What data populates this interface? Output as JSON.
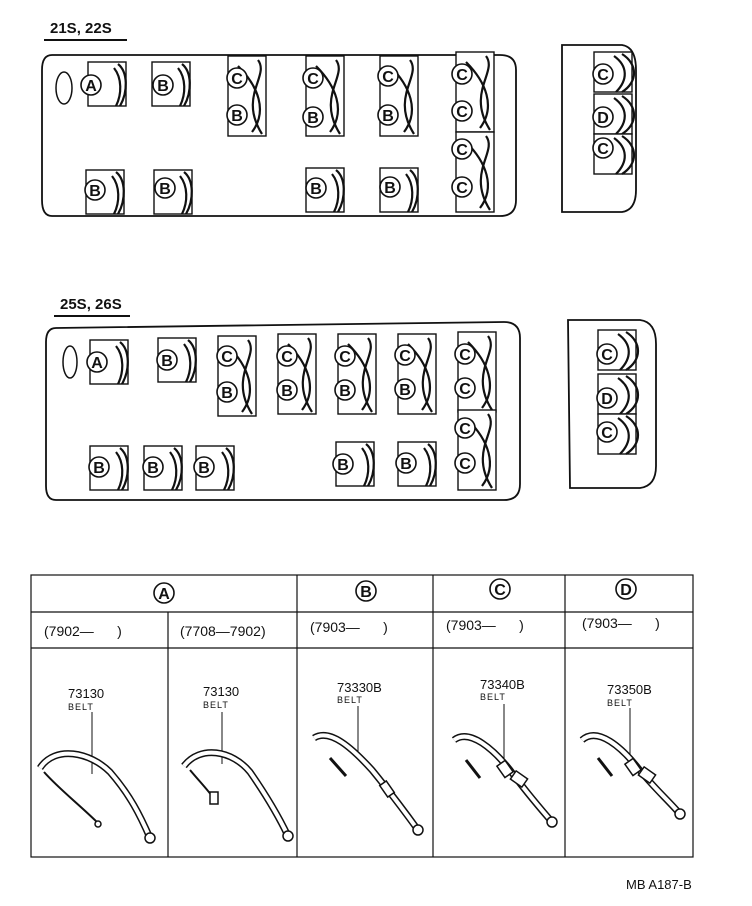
{
  "layouts": [
    {
      "title": "21S, 22S"
    },
    {
      "title": "25S, 26S"
    }
  ],
  "seat_letters": {
    "A": "A",
    "B": "B",
    "C": "C",
    "D": "D"
  },
  "table": {
    "groups": [
      {
        "letter": "A"
      },
      {
        "letter": "B"
      },
      {
        "letter": "C"
      },
      {
        "letter": "D"
      }
    ],
    "columns": [
      {
        "period": "(7902—      )",
        "part_no": "73130",
        "part_name": "BELT"
      },
      {
        "period": "(7708—7902)",
        "part_no": "73130",
        "part_name": "BELT"
      },
      {
        "period": "(7903—      )",
        "part_no": "73330B",
        "part_name": "BELT"
      },
      {
        "period": "(7903—      )",
        "part_no": "73340B",
        "part_name": "BELT"
      },
      {
        "period": "(7903—      )",
        "part_no": "73350B",
        "part_name": "BELT"
      }
    ]
  },
  "figure_code": "MB A187-B"
}
